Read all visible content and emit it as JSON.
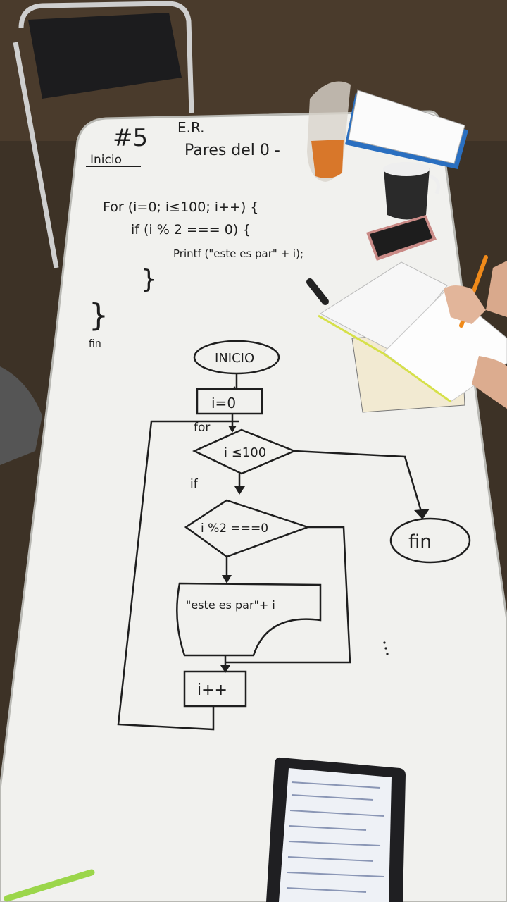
{
  "board": {
    "header_number": "#5",
    "header_er": "E.R.",
    "header_topic": "Pares del 0 -",
    "label_inicio": "Inicio",
    "label_fin": "fin"
  },
  "code": {
    "line1": "For (i=0; i≤100; i++) {",
    "line2": "if (i % 2 === 0) {",
    "line3": "Printf (\"este es par\" + i);",
    "line4": "}",
    "line5": "}"
  },
  "flowchart": {
    "start": "INICIO",
    "init": "i=0",
    "for_label": "for",
    "condition_loop": "i ≤100",
    "if_label": "if",
    "condition_if": "i %2 ===0",
    "output": "\"este es par\"+ i",
    "increment": "i++",
    "end": "fin"
  },
  "colors": {
    "floor": "#3d3226",
    "whiteboard": "#f1f1ee",
    "marker": "#1e1e1e",
    "notebook_cover": "#2a6fc0",
    "pencil": "#f08a1a",
    "highlighter": "#9bd64a"
  }
}
